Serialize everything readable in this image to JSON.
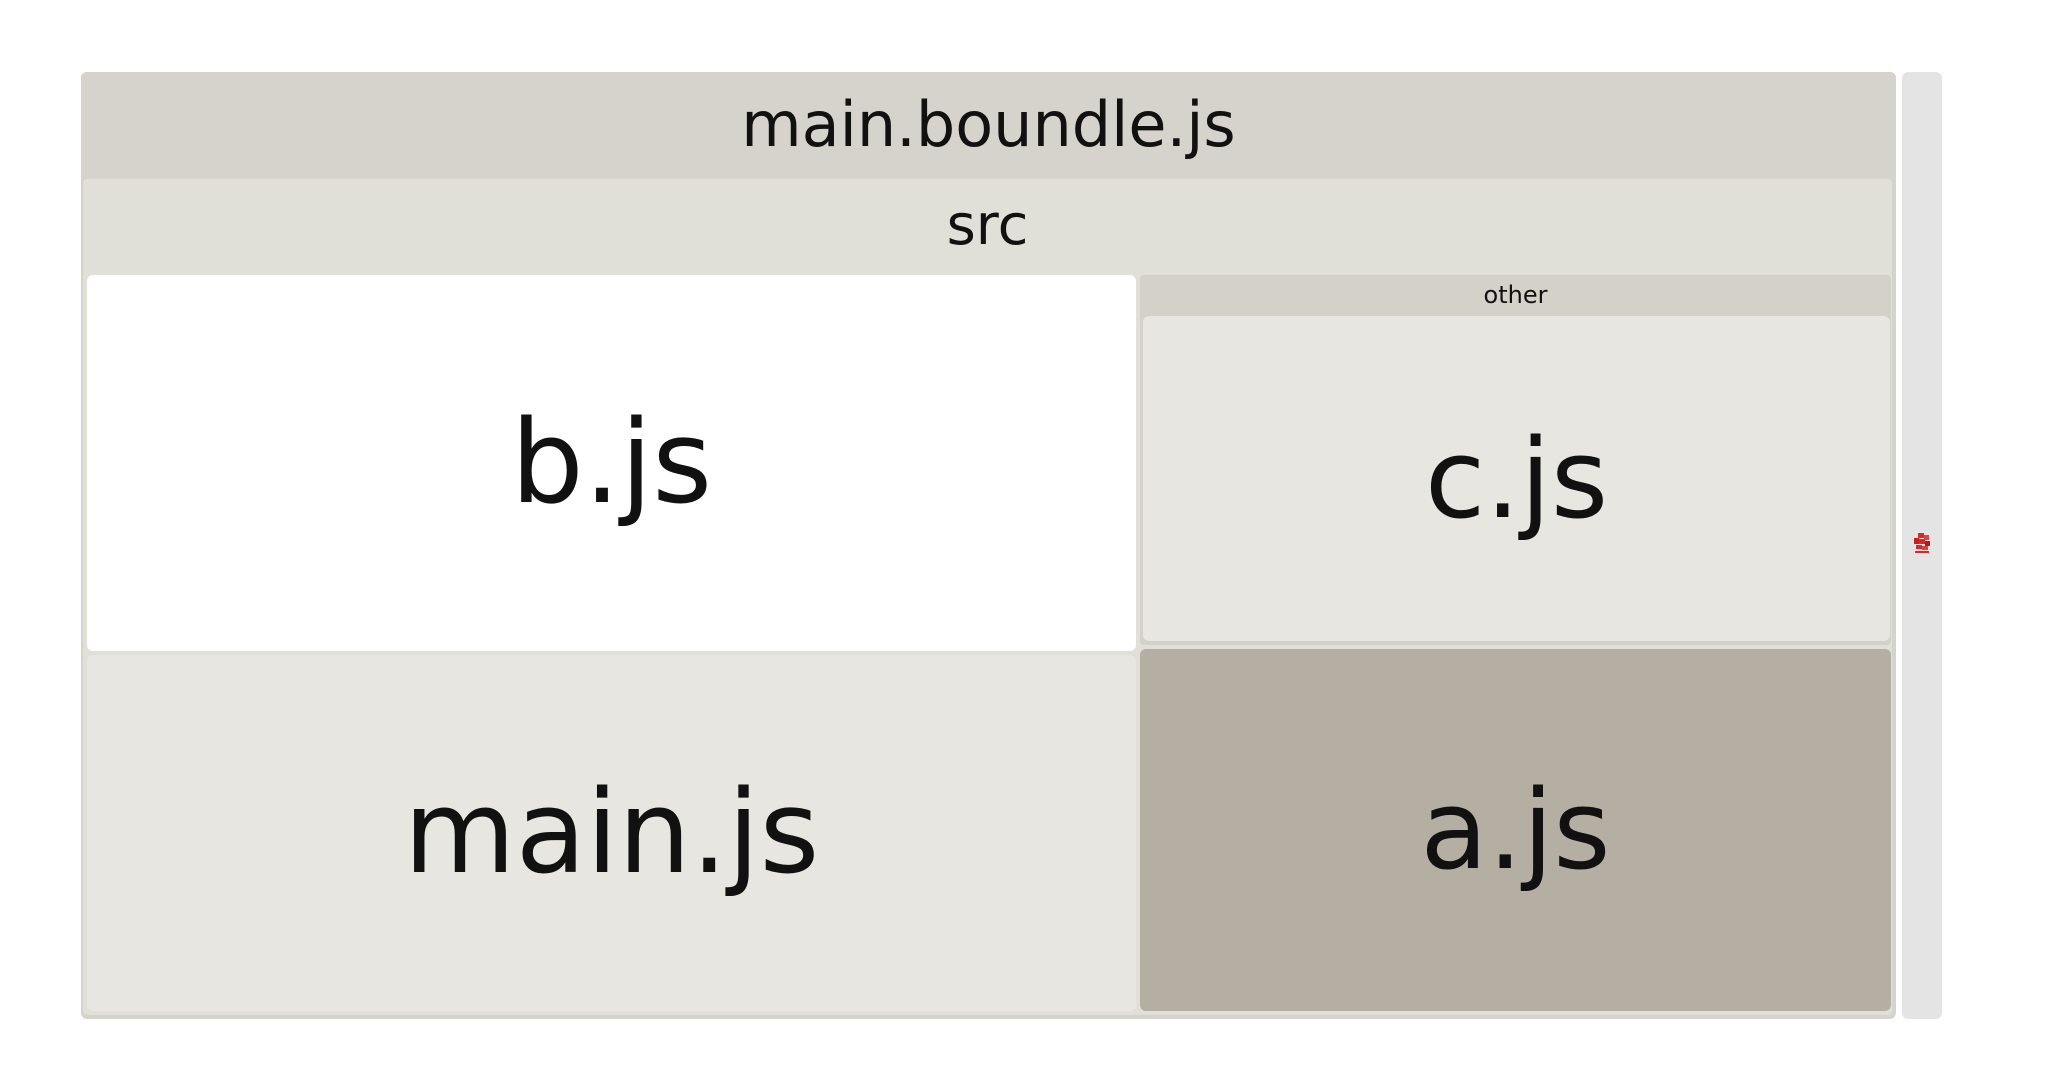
{
  "treemap": {
    "root_label": "main.boundle.js",
    "group_label": "src",
    "tiles": {
      "b": "b.js",
      "main": "main.js",
      "c": "c.js",
      "a": "a.js"
    },
    "subgroup_label": "other"
  },
  "colors": {
    "root": "#d5d3cc",
    "group": "#e0dfd8",
    "highlight": "#ffffff",
    "tile": "#e7e6e0",
    "subgroup": "#d3d1c8",
    "selected": "#b5afa3",
    "logo": "#d42a2a"
  },
  "icons": {
    "scroll_thumb": "mini-logo-icon"
  }
}
